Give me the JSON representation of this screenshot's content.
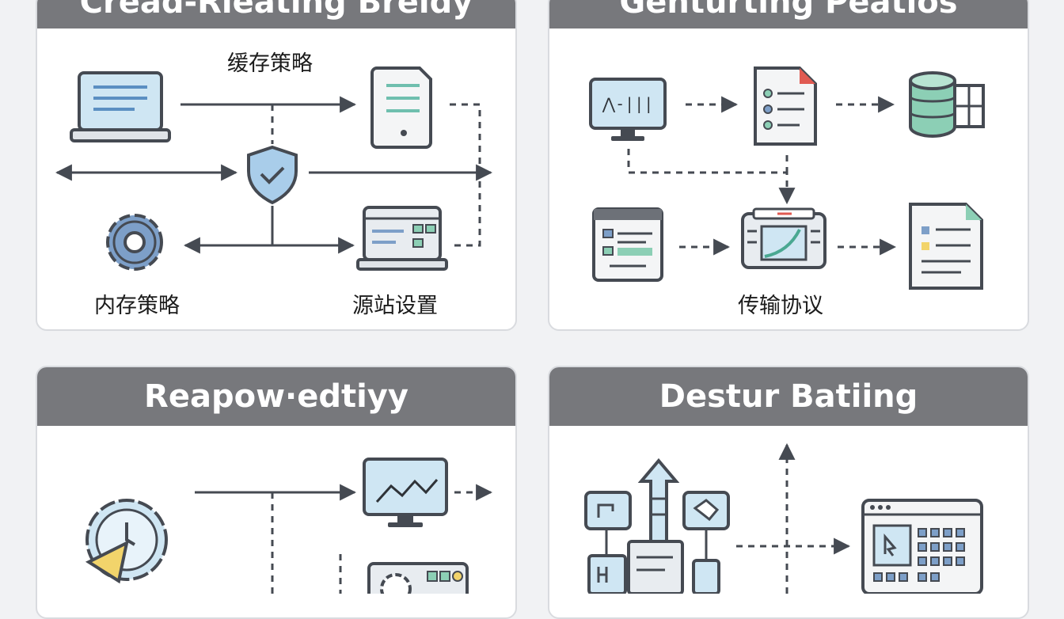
{
  "panels": {
    "top_left": {
      "title": "Cread-Rleating Breldy",
      "labels": {
        "cache": "缓存策略",
        "memory": "内存策略",
        "origin": "源站设置"
      }
    },
    "top_right": {
      "title": "Genturting Peatios",
      "labels": {
        "protocol": "传输协议"
      }
    },
    "bottom_left": {
      "title": "Reapow·edtiyy"
    },
    "bottom_right": {
      "title": "Destur Batiing"
    }
  },
  "icons": {
    "monitor_glyph": "⋀-|||"
  },
  "colors": {
    "header_bg": "#77787c",
    "icon_stroke": "#454a52",
    "screen_fill": "#cfe6f3",
    "accent_blue": "#7d9fc8",
    "accent_green": "#8ccfb5",
    "accent_yellow": "#f2d46b",
    "accent_red": "#e05a52"
  }
}
